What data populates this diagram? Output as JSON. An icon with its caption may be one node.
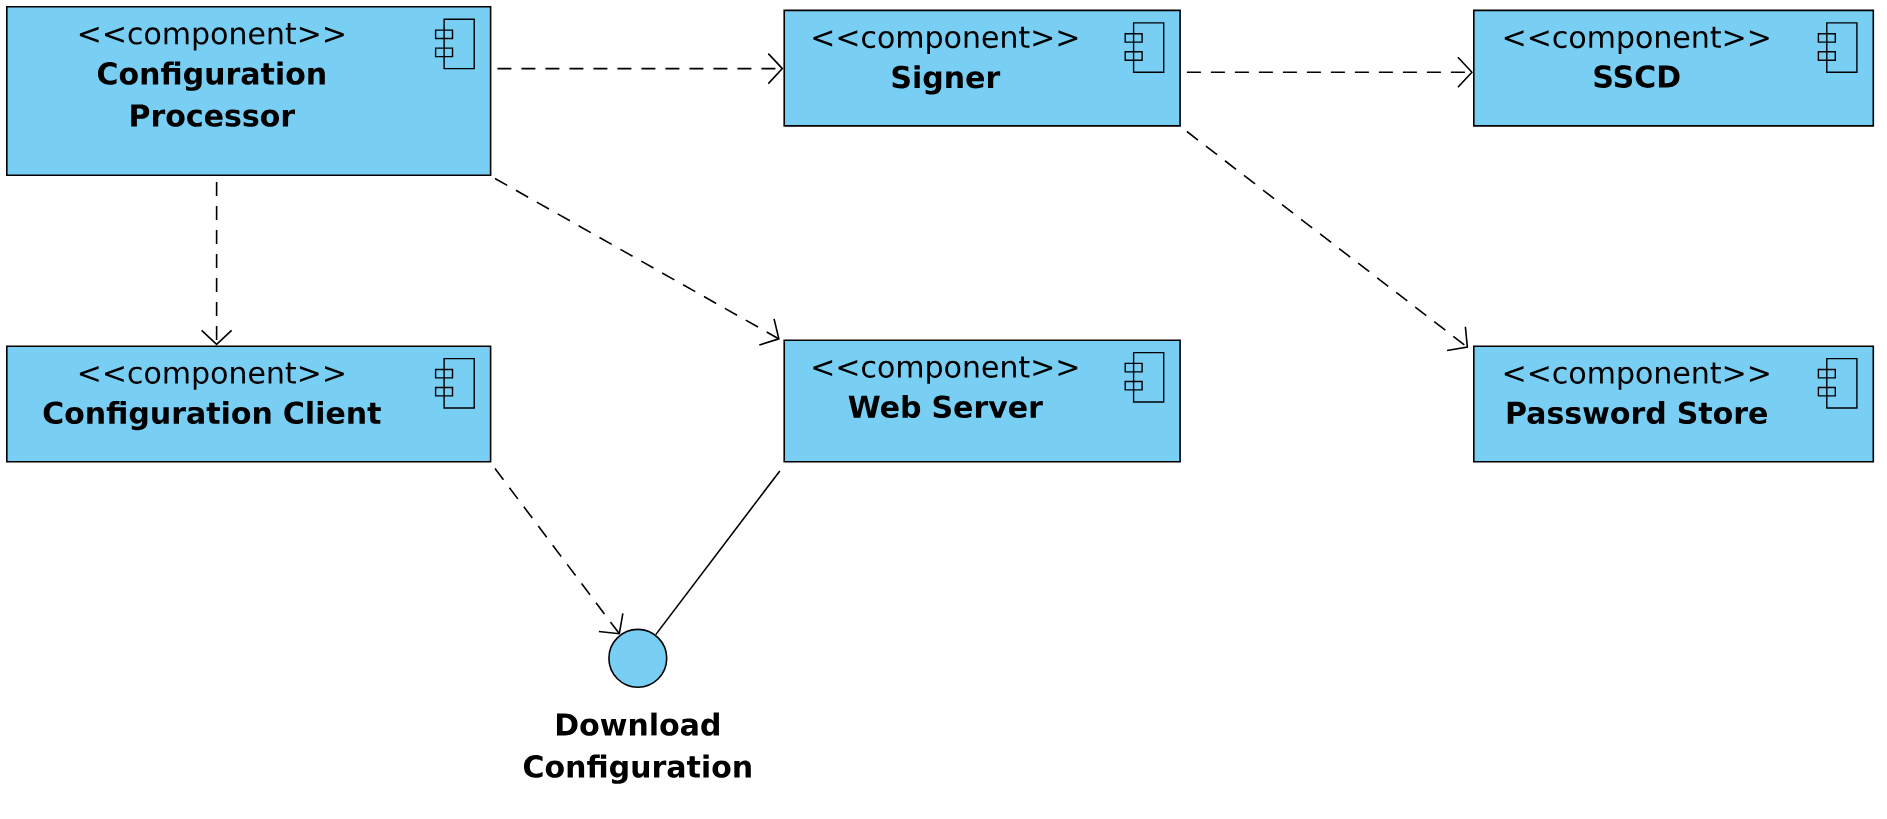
{
  "diagram": {
    "nodes": [
      {
        "text": [
          "<<component>>",
          "Configuration Processor"
        ]
      },
      {
        "text": [
          "<<component>>",
          "Signer"
        ]
      },
      {
        "text": [
          "<<component>>",
          "SSCD"
        ]
      },
      {
        "text": [
          "<<component>>",
          "Configuration Client"
        ]
      },
      {
        "text": [
          "<<component>>",
          "Web Server"
        ]
      },
      {
        "text": [
          "<<component>>",
          "Password Store"
        ]
      },
      {
        "text": [
          "Download Configuration"
        ]
      }
    ],
    "edges": [
      {
        "from": 0,
        "to": 1,
        "arrow": "to",
        "style": "dashed"
      },
      {
        "from": 1,
        "to": 2,
        "arrow": "to",
        "style": "dashed"
      },
      {
        "from": 0,
        "to": 3,
        "arrow": "to",
        "style": "dashed"
      },
      {
        "from": 0,
        "to": 4,
        "arrow": "to",
        "style": "dashed"
      },
      {
        "from": 1,
        "to": 5,
        "arrow": "to",
        "style": "dashed"
      },
      {
        "from": 3,
        "to": 6,
        "arrow": "to",
        "style": "dashed"
      },
      {
        "from": 4,
        "to": 6,
        "arrow": "none"
      }
    ]
  }
}
